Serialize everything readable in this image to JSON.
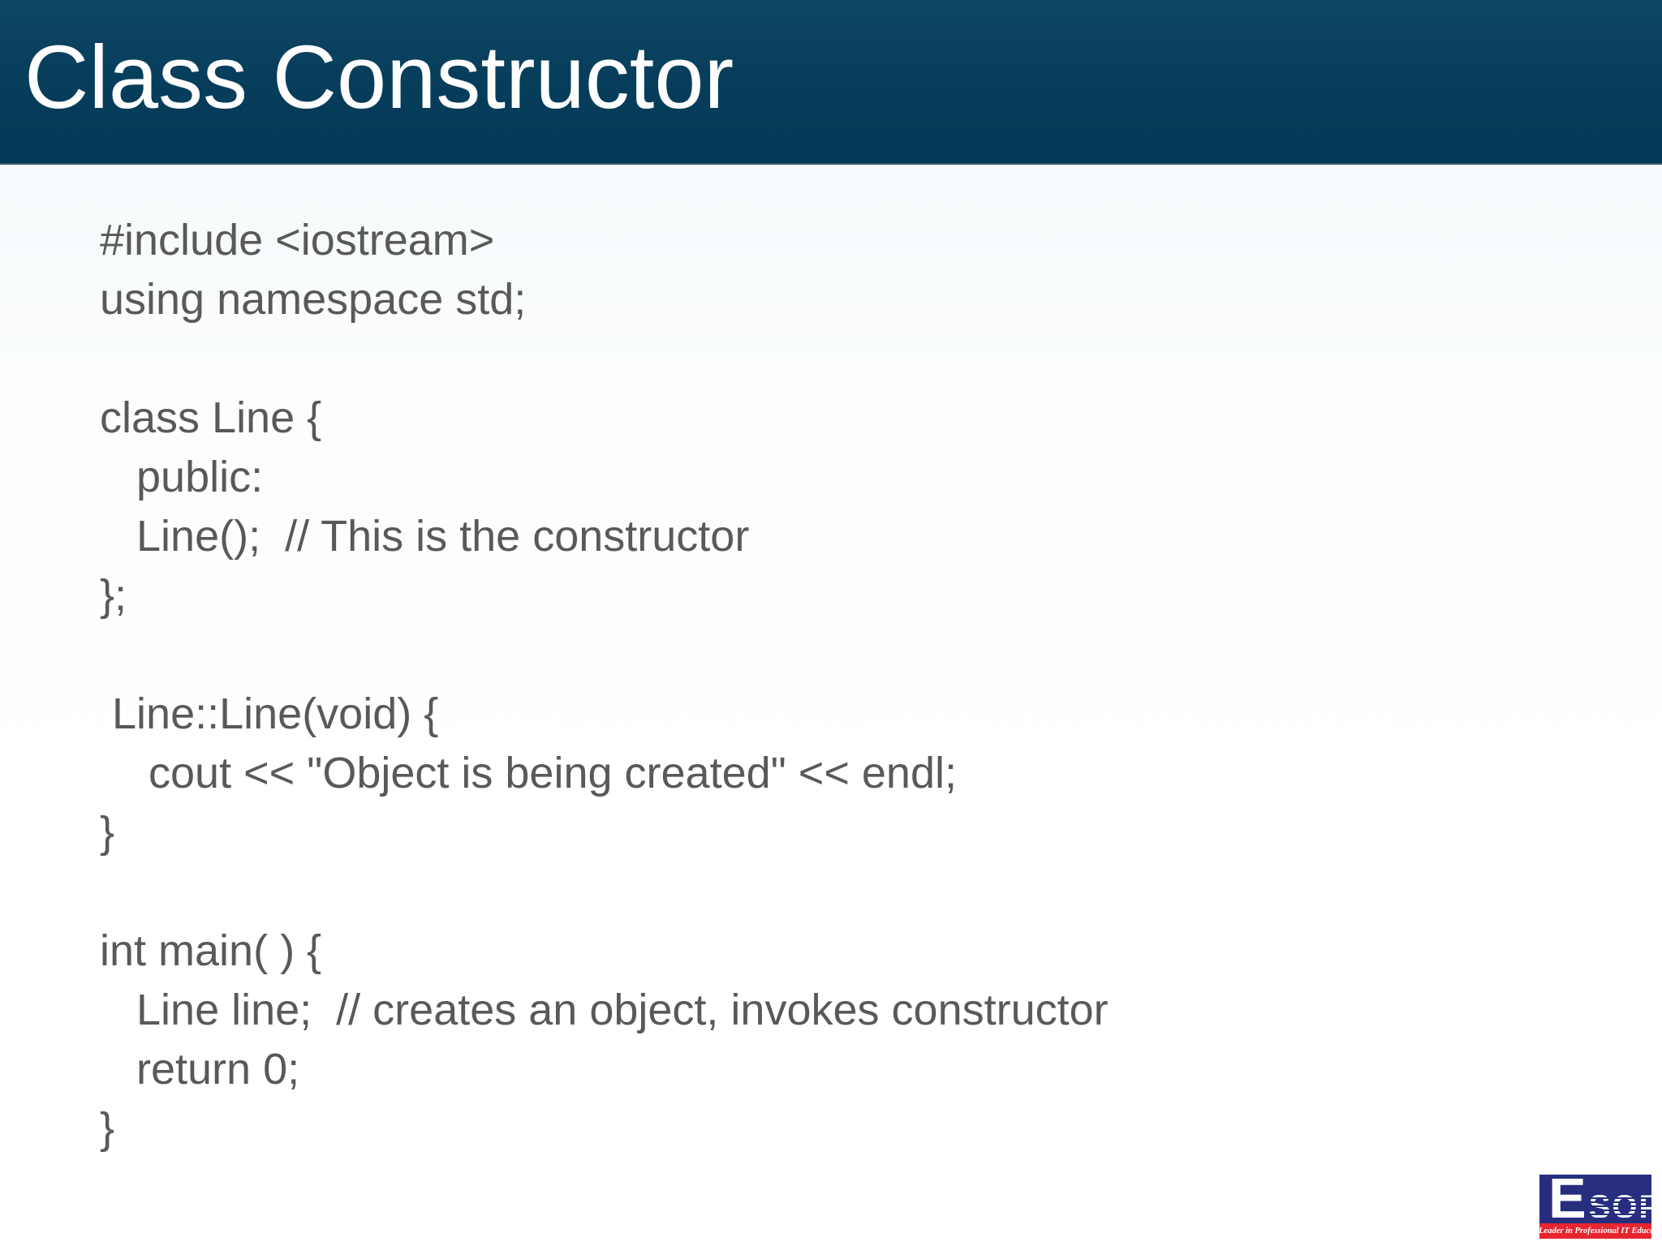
{
  "slide": {
    "title": "Class Constructor",
    "header_bg": "#043a57",
    "code_color": "#595959",
    "code_lines": [
      "#include <iostream>",
      "using namespace std;",
      "",
      "class Line {",
      "   public:",
      "   Line();  // This is the constructor",
      "};",
      "",
      " Line::Line(void) {",
      "    cout << \"Object is being created\" << endl;",
      "}",
      "",
      "int main( ) {",
      "   Line line;  // creates an object, invokes constructor",
      "   return 0;",
      "}"
    ]
  },
  "logo": {
    "letter_e": "E",
    "letters_rest": "SOFT",
    "tagline": "The Leader in Professional IT Education",
    "bg_color": "#262e7d",
    "banner_color": "#e6252f"
  }
}
